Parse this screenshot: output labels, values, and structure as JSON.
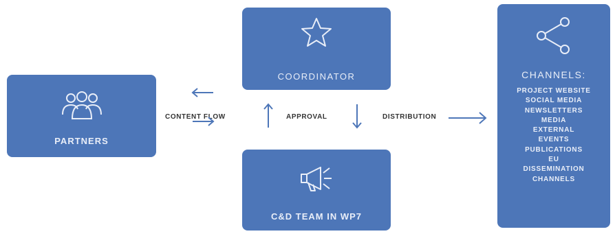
{
  "colors": {
    "box": "#4d76b8",
    "box_text": "#e9eef8",
    "arrow": "#4d76b8",
    "label_text": "#333333"
  },
  "partners": {
    "title": "PARTNERS",
    "icon": "people-group-icon"
  },
  "coordinator": {
    "title": "COORDINATOR",
    "icon": "star-icon"
  },
  "cd_team": {
    "title": "C&D TEAM IN WP7",
    "icon": "megaphone-icon"
  },
  "channels": {
    "title": "CHANNELS:",
    "icon": "share-icon",
    "items": [
      "PROJECT WEBSITE",
      "SOCIAL MEDIA",
      "NEWSLETTERS",
      "MEDIA",
      "EXTERNAL",
      "EVENTS",
      "PUBLICATIONS",
      "EU",
      "DISSEMINATION",
      "CHANNELS"
    ]
  },
  "flows": {
    "content_flow": "CONTENT FLOW",
    "approval": "APPROVAL",
    "distribution": "DISTRIBUTION"
  }
}
